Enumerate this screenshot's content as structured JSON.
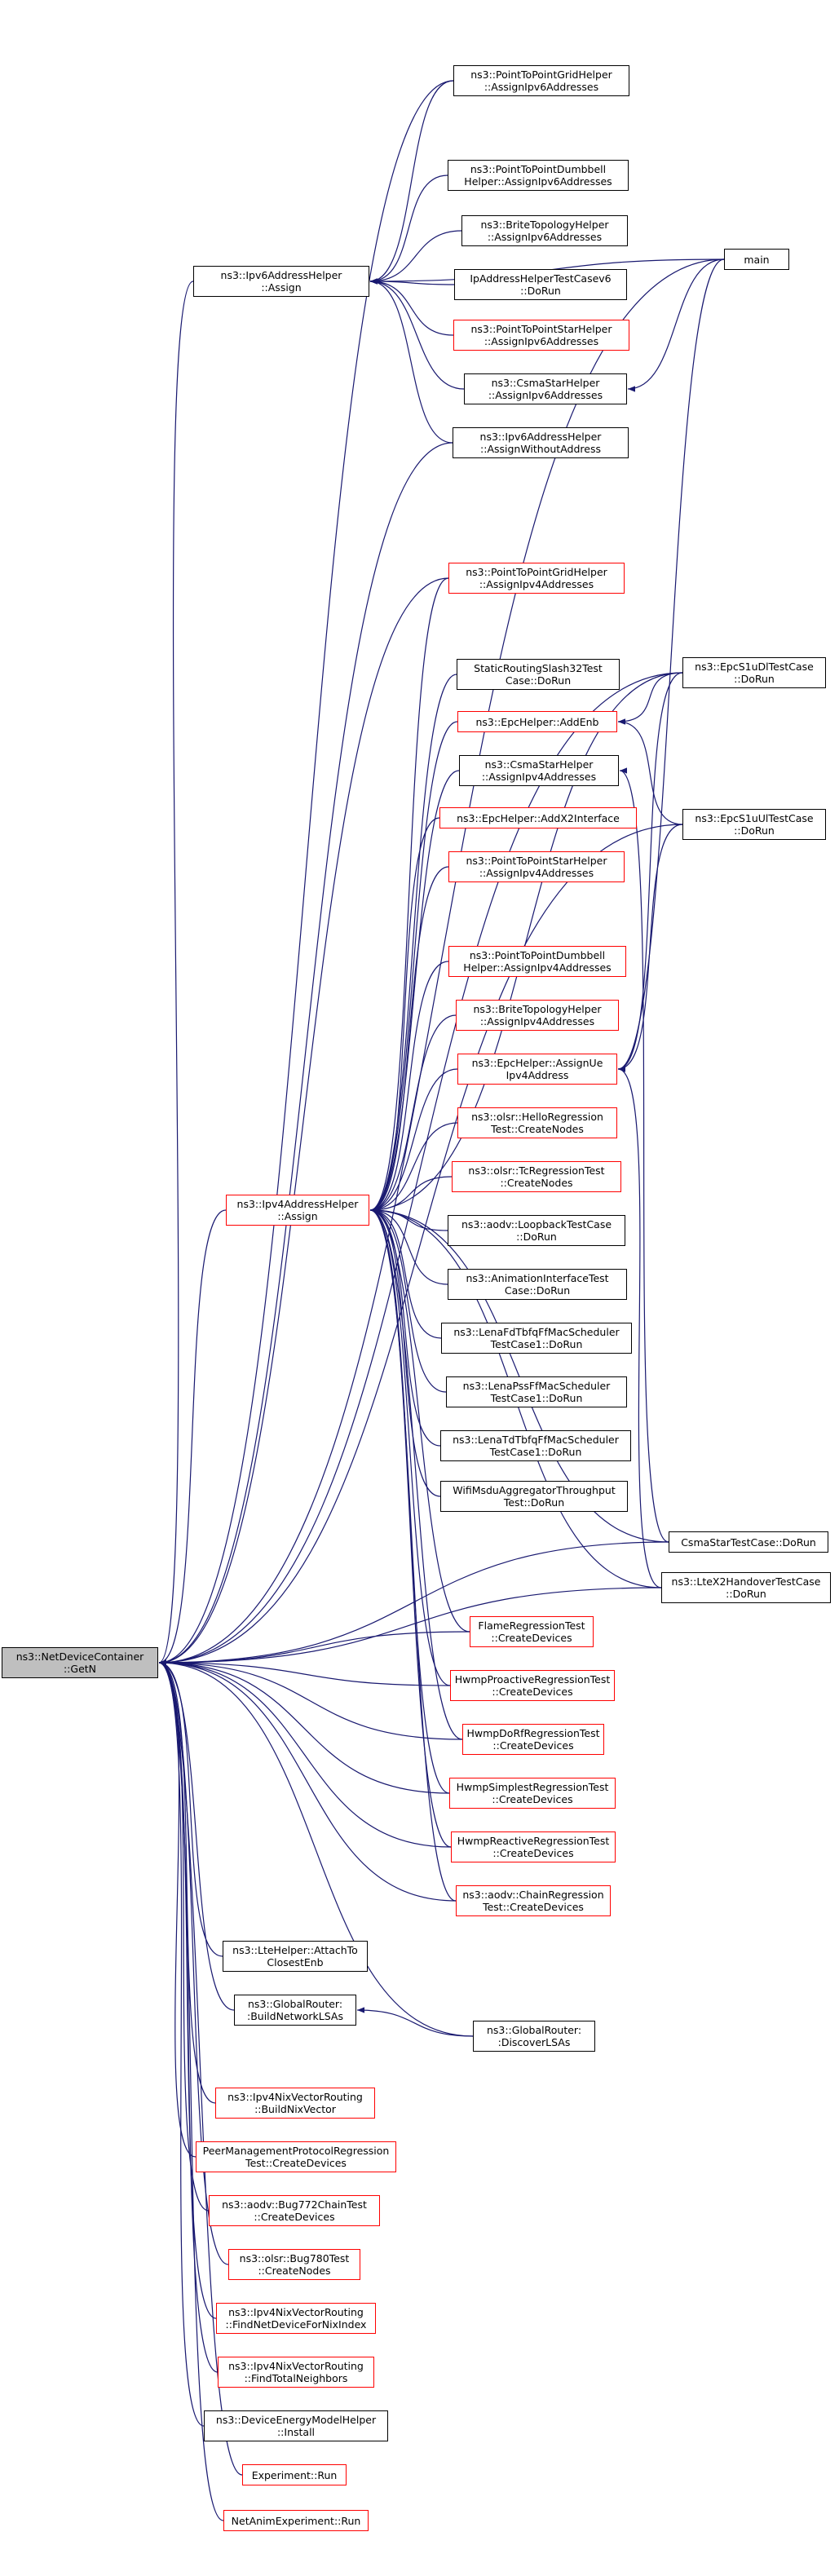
{
  "colors": {
    "edge": "#191970",
    "border_normal": "#000000",
    "border_truncated": "#ff0000",
    "root_fill": "#bfbfbf"
  },
  "nodes": [
    {
      "id": "root",
      "lines": [
        "ns3::NetDeviceContainer",
        "::GetN"
      ],
      "style": "root"
    },
    {
      "id": "ipv6assign",
      "lines": [
        "ns3::Ipv6AddressHelper",
        "::Assign"
      ],
      "style": "normal"
    },
    {
      "id": "p2pgrid6",
      "lines": [
        "ns3::PointToPointGridHelper",
        "::AssignIpv6Addresses"
      ],
      "style": "normal"
    },
    {
      "id": "p2pdumb6",
      "lines": [
        "ns3::PointToPointDumbbell",
        "Helper::AssignIpv6Addresses"
      ],
      "style": "normal"
    },
    {
      "id": "brite6",
      "lines": [
        "ns3::BriteTopologyHelper",
        "::AssignIpv6Addresses"
      ],
      "style": "normal"
    },
    {
      "id": "iptest6",
      "lines": [
        "IpAddressHelperTestCasev6",
        "::DoRun"
      ],
      "style": "normal"
    },
    {
      "id": "p2pstar6",
      "lines": [
        "ns3::PointToPointStarHelper",
        "::AssignIpv6Addresses"
      ],
      "style": "red"
    },
    {
      "id": "csmastar6",
      "lines": [
        "ns3::CsmaStarHelper",
        "::AssignIpv6Addresses"
      ],
      "style": "normal"
    },
    {
      "id": "ipv6noaddr",
      "lines": [
        "ns3::Ipv6AddressHelper",
        "::AssignWithoutAddress"
      ],
      "style": "normal"
    },
    {
      "id": "main",
      "lines": [
        "main"
      ],
      "style": "normal"
    },
    {
      "id": "p2pgrid4",
      "lines": [
        "ns3::PointToPointGridHelper",
        "::AssignIpv4Addresses"
      ],
      "style": "red"
    },
    {
      "id": "staticrouting",
      "lines": [
        "StaticRoutingSlash32Test",
        "Case::DoRun"
      ],
      "style": "normal"
    },
    {
      "id": "epcaddenb",
      "lines": [
        "ns3::EpcHelper::AddEnb"
      ],
      "style": "red"
    },
    {
      "id": "csmastar4",
      "lines": [
        "ns3::CsmaStarHelper",
        "::AssignIpv4Addresses"
      ],
      "style": "normal"
    },
    {
      "id": "epcx2",
      "lines": [
        "ns3::EpcHelper::AddX2Interface"
      ],
      "style": "red"
    },
    {
      "id": "p2pstar4",
      "lines": [
        "ns3::PointToPointStarHelper",
        "::AssignIpv4Addresses"
      ],
      "style": "red"
    },
    {
      "id": "p2pdumb4",
      "lines": [
        "ns3::PointToPointDumbbell",
        "Helper::AssignIpv4Addresses"
      ],
      "style": "red"
    },
    {
      "id": "brite4",
      "lines": [
        "ns3::BriteTopologyHelper",
        "::AssignIpv4Addresses"
      ],
      "style": "red"
    },
    {
      "id": "epcue",
      "lines": [
        "ns3::EpcHelper::AssignUe",
        "Ipv4Address"
      ],
      "style": "red"
    },
    {
      "id": "olsrhello",
      "lines": [
        "ns3::olsr::HelloRegression",
        "Test::CreateNodes"
      ],
      "style": "red"
    },
    {
      "id": "olsrtc",
      "lines": [
        "ns3::olsr::TcRegressionTest",
        "::CreateNodes"
      ],
      "style": "red"
    },
    {
      "id": "aodvloop",
      "lines": [
        "ns3::aodv::LoopbackTestCase",
        "::DoRun"
      ],
      "style": "normal"
    },
    {
      "id": "anim",
      "lines": [
        "ns3::AnimationInterfaceTest",
        "Case::DoRun"
      ],
      "style": "normal"
    },
    {
      "id": "lenafd",
      "lines": [
        "ns3::LenaFdTbfqFfMacScheduler",
        "TestCase1::DoRun"
      ],
      "style": "normal"
    },
    {
      "id": "lenapss",
      "lines": [
        "ns3::LenaPssFfMacScheduler",
        "TestCase1::DoRun"
      ],
      "style": "normal"
    },
    {
      "id": "lenatd",
      "lines": [
        "ns3::LenaTdTbfqFfMacScheduler",
        "TestCase1::DoRun"
      ],
      "style": "normal"
    },
    {
      "id": "wifimsdu",
      "lines": [
        "WifiMsduAggregatorThroughput",
        "Test::DoRun"
      ],
      "style": "normal"
    },
    {
      "id": "ipv4assign",
      "lines": [
        "ns3::Ipv4AddressHelper",
        "::Assign"
      ],
      "style": "red"
    },
    {
      "id": "epcs1udl",
      "lines": [
        "ns3::EpcS1uDlTestCase",
        "::DoRun"
      ],
      "style": "normal"
    },
    {
      "id": "epcs1uul",
      "lines": [
        "ns3::EpcS1uUlTestCase",
        "::DoRun"
      ],
      "style": "normal"
    },
    {
      "id": "csmastartc",
      "lines": [
        "CsmaStarTestCase::DoRun"
      ],
      "style": "normal"
    },
    {
      "id": "ltex2",
      "lines": [
        "ns3::LteX2HandoverTestCase",
        "::DoRun"
      ],
      "style": "normal"
    },
    {
      "id": "flame",
      "lines": [
        "FlameRegressionTest",
        "::CreateDevices"
      ],
      "style": "red"
    },
    {
      "id": "hwmpproactive",
      "lines": [
        "HwmpProactiveRegressionTest",
        "::CreateDevices"
      ],
      "style": "red"
    },
    {
      "id": "hwmpdorf",
      "lines": [
        "HwmpDoRfRegressionTest",
        "::CreateDevices"
      ],
      "style": "red"
    },
    {
      "id": "hwmpsimplest",
      "lines": [
        "HwmpSimplestRegressionTest",
        "::CreateDevices"
      ],
      "style": "red"
    },
    {
      "id": "hwmpreactive",
      "lines": [
        "HwmpReactiveRegressionTest",
        "::CreateDevices"
      ],
      "style": "red"
    },
    {
      "id": "aodvchain",
      "lines": [
        "ns3::aodv::ChainRegression",
        "Test::CreateDevices"
      ],
      "style": "red"
    },
    {
      "id": "ltehelper",
      "lines": [
        "ns3::LteHelper::AttachTo",
        "ClosestEnb"
      ],
      "style": "normal"
    },
    {
      "id": "grbuild",
      "lines": [
        "ns3::GlobalRouter:",
        ":BuildNetworkLSAs"
      ],
      "style": "normal"
    },
    {
      "id": "grdiscover",
      "lines": [
        "ns3::GlobalRouter:",
        ":DiscoverLSAs"
      ],
      "style": "normal"
    },
    {
      "id": "nixbuild",
      "lines": [
        "ns3::Ipv4NixVectorRouting",
        "::BuildNixVector"
      ],
      "style": "red"
    },
    {
      "id": "peermgmt",
      "lines": [
        "PeerManagementProtocolRegression",
        "Test::CreateDevices"
      ],
      "style": "red"
    },
    {
      "id": "aodvbug",
      "lines": [
        "ns3::aodv::Bug772ChainTest",
        "::CreateDevices"
      ],
      "style": "red"
    },
    {
      "id": "olsrbug",
      "lines": [
        "ns3::olsr::Bug780Test",
        "::CreateNodes"
      ],
      "style": "red"
    },
    {
      "id": "nixfind",
      "lines": [
        "ns3::Ipv4NixVectorRouting",
        "::FindNetDeviceForNixIndex"
      ],
      "style": "red"
    },
    {
      "id": "nixtotal",
      "lines": [
        "ns3::Ipv4NixVectorRouting",
        "::FindTotalNeighbors"
      ],
      "style": "red"
    },
    {
      "id": "energy",
      "lines": [
        "ns3::DeviceEnergyModelHelper",
        "::Install"
      ],
      "style": "normal"
    },
    {
      "id": "experiment",
      "lines": [
        "Experiment::Run"
      ],
      "style": "red"
    },
    {
      "id": "netanim",
      "lines": [
        "NetAnimExperiment::Run"
      ],
      "style": "red"
    }
  ],
  "edges": [
    [
      "root",
      "ipv6assign"
    ],
    [
      "root",
      "p2pgrid6"
    ],
    [
      "root",
      "ipv6noaddr"
    ],
    [
      "root",
      "main"
    ],
    [
      "root",
      "p2pgrid4"
    ],
    [
      "root",
      "epcs1udl"
    ],
    [
      "root",
      "epcs1uul"
    ],
    [
      "root",
      "ipv4assign"
    ],
    [
      "root",
      "csmastartc"
    ],
    [
      "root",
      "ltex2"
    ],
    [
      "root",
      "flame"
    ],
    [
      "root",
      "hwmpproactive"
    ],
    [
      "root",
      "hwmpdorf"
    ],
    [
      "root",
      "hwmpsimplest"
    ],
    [
      "root",
      "hwmpreactive"
    ],
    [
      "root",
      "aodvchain"
    ],
    [
      "root",
      "ltehelper"
    ],
    [
      "root",
      "grbuild"
    ],
    [
      "root",
      "grdiscover"
    ],
    [
      "root",
      "nixbuild"
    ],
    [
      "root",
      "peermgmt"
    ],
    [
      "root",
      "aodvbug"
    ],
    [
      "root",
      "olsrbug"
    ],
    [
      "root",
      "nixfind"
    ],
    [
      "root",
      "nixtotal"
    ],
    [
      "root",
      "energy"
    ],
    [
      "root",
      "experiment"
    ],
    [
      "root",
      "netanim"
    ],
    [
      "ipv6assign",
      "p2pgrid6"
    ],
    [
      "ipv6assign",
      "main"
    ],
    [
      "ipv6assign",
      "p2pdumb6"
    ],
    [
      "ipv6assign",
      "brite6"
    ],
    [
      "ipv6assign",
      "iptest6"
    ],
    [
      "ipv6assign",
      "p2pstar6"
    ],
    [
      "ipv6assign",
      "csmastar6"
    ],
    [
      "ipv6assign",
      "ipv6noaddr"
    ],
    [
      "csmastar6",
      "main"
    ],
    [
      "ipv4assign",
      "p2pgrid4"
    ],
    [
      "ipv4assign",
      "epcs1udl"
    ],
    [
      "ipv4assign",
      "staticrouting"
    ],
    [
      "ipv4assign",
      "epcaddenb"
    ],
    [
      "ipv4assign",
      "csmastar4"
    ],
    [
      "ipv4assign",
      "epcx2"
    ],
    [
      "ipv4assign",
      "p2pstar4"
    ],
    [
      "ipv4assign",
      "p2pdumb4"
    ],
    [
      "ipv4assign",
      "brite4"
    ],
    [
      "ipv4assign",
      "epcue"
    ],
    [
      "ipv4assign",
      "olsrhello"
    ],
    [
      "ipv4assign",
      "olsrtc"
    ],
    [
      "ipv4assign",
      "aodvloop"
    ],
    [
      "ipv4assign",
      "anim"
    ],
    [
      "ipv4assign",
      "lenafd"
    ],
    [
      "ipv4assign",
      "lenapss"
    ],
    [
      "ipv4assign",
      "lenatd"
    ],
    [
      "ipv4assign",
      "wifimsdu"
    ],
    [
      "ipv4assign",
      "csmastartc"
    ],
    [
      "ipv4assign",
      "ltex2"
    ],
    [
      "ipv4assign",
      "flame"
    ],
    [
      "ipv4assign",
      "hwmpproactive"
    ],
    [
      "ipv4assign",
      "hwmpdorf"
    ],
    [
      "ipv4assign",
      "hwmpsimplest"
    ],
    [
      "ipv4assign",
      "hwmpreactive"
    ],
    [
      "ipv4assign",
      "aodvchain"
    ],
    [
      "epcaddenb",
      "epcs1udl"
    ],
    [
      "epcaddenb",
      "epcs1uul"
    ],
    [
      "csmastar4",
      "csmastartc"
    ],
    [
      "epcue",
      "main"
    ],
    [
      "epcue",
      "epcs1udl"
    ],
    [
      "epcue",
      "epcs1uul"
    ],
    [
      "epcue",
      "ltex2"
    ],
    [
      "grbuild",
      "grdiscover"
    ]
  ]
}
